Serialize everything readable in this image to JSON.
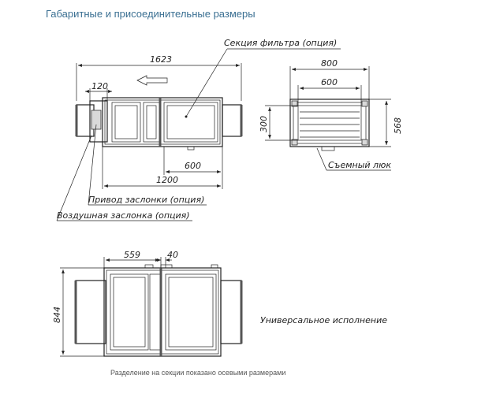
{
  "title": "Габаритные и присоединительные размеры",
  "footer": "Разделение на секции показано осевыми размерами",
  "side_view": {
    "dim_total": "1623",
    "dim_left": "120",
    "dim_600": "600",
    "dim_1200": "1200",
    "callout_filter": "Секция фильтра (опция)",
    "callout_drive": "Привод заслонки (опция)",
    "callout_damper": "Воздушная заслонка (опция)"
  },
  "end_view": {
    "dim_800": "800",
    "dim_600": "600",
    "dim_300": "300",
    "dim_568": "568",
    "callout_hatch": "Съемный люк"
  },
  "universal_view": {
    "dim_559": "559",
    "dim_40": "40",
    "dim_844": "844",
    "caption": "Универсальное исполнение"
  }
}
